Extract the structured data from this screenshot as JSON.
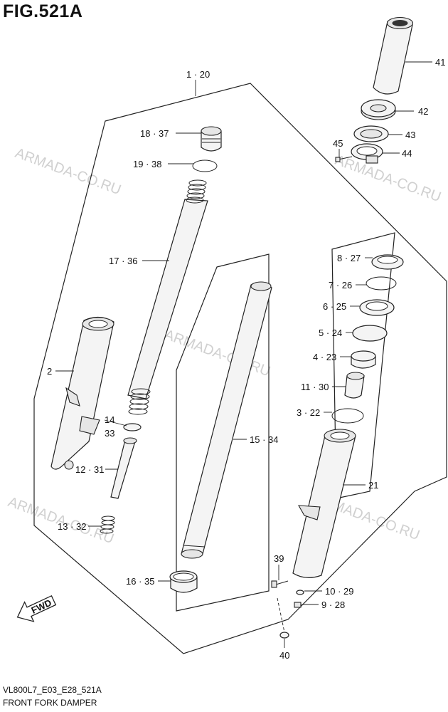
{
  "title": "FIG.521A",
  "footer": {
    "code": "VL800L7_E03_E28_521A",
    "name": "FRONT FORK DAMPER"
  },
  "watermark": "ARMADA-CO.RU",
  "fwd_label": "FWD",
  "callouts": {
    "c1_20": "1 · 20",
    "c2": "2",
    "c3_22": "3 · 22",
    "c4_23": "4 · 23",
    "c5_24": "5 · 24",
    "c6_25": "6 · 25",
    "c7_26": "7 · 26",
    "c8_27": "8 · 27",
    "c9_28": "9 · 28",
    "c10_29": "10 · 29",
    "c11_30": "11 · 30",
    "c12_31": "12 · 31",
    "c13_32": "13 · 32",
    "c14": "14",
    "c15_34": "15 · 34",
    "c16_35": "16 · 35",
    "c17_36": "17 · 36",
    "c18_37": "18 · 37",
    "c19_38": "19 · 38",
    "c21": "21",
    "c33": "33",
    "c39": "39",
    "c40": "40",
    "c41": "41",
    "c42": "42",
    "c43": "43",
    "c44": "44",
    "c45": "45"
  }
}
